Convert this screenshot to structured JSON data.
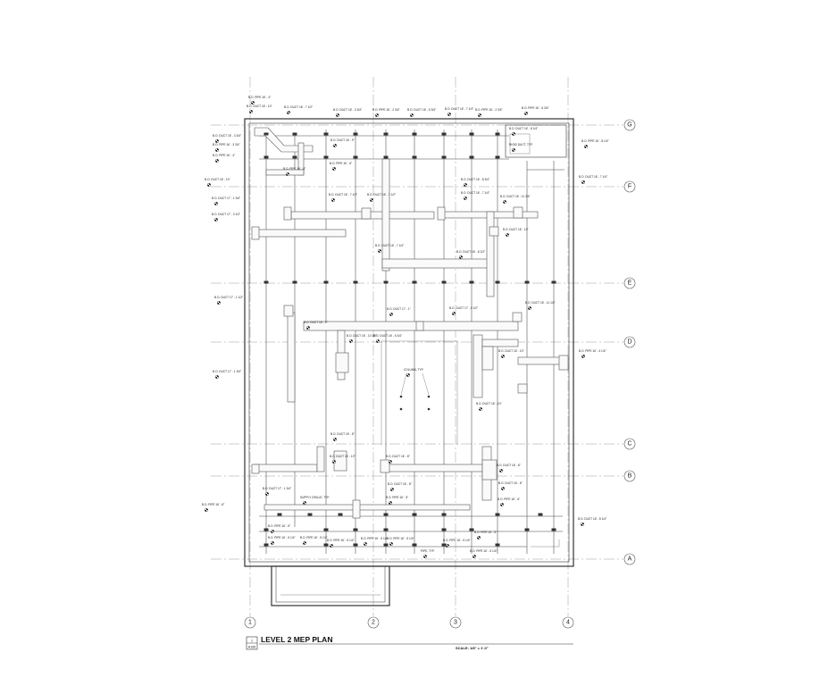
{
  "drawing": {
    "title": "LEVEL 2 MEP PLAN",
    "scale": "SCALE: 1/8\" = 1'-0\"",
    "detail_number": "1",
    "sheet_number": "A106"
  },
  "grid_lines": {
    "rows": [
      "G",
      "F",
      "E",
      "D",
      "C",
      "B",
      "A"
    ],
    "columns": [
      "1",
      "2",
      "3",
      "4"
    ]
  },
  "callouts": [
    "B.O. PIPE 16' - 4\"",
    "B.O. DUCT 16' - 10\"",
    "B.O. DUCT 16' - 7 1/2\"",
    "B.O. DUCT 16' - 3 3/4\"",
    "B.O. PIPE 16' - 2 3/4\"",
    "B.O. DUCT 16' - 5 3/4\"",
    "B.O. DUCT 16' - 7 1/4\"",
    "B.O. PIPE 16' - 2 3/4\"",
    "B.O. PIPE 16' - 6 3/4\"",
    "B.O. DUCT 16' - 3 3/4\"",
    "B.O. PIPE 16' - 3 3/4\"",
    "B.O. PIPE 16' - 4\"",
    "B.O. DUCT 16' - 9\"",
    "B.O. PIPE 16' - 6\"",
    "B.O. PIPE 16' - 8\"",
    "B.O. DUCT 16' - 10\"",
    "B.O. DUCT 16' - 8 1/4\"",
    "RIGID DUCT, TYP.",
    "B.O. PIPE 16' - 8 1/4\"",
    "B.O. DUCT 16' - 7 1/4\"",
    "B.O. DUCT 16' - 8 3/4\"",
    "B.O. DUCT 17' - 1 3/4\"",
    "B.O. DUCT 16' - 7 1/2\"",
    "B.O. DUCT 17' - 0 1/2\"",
    "B.O. DUCT 16' - 7 1/2\"",
    "B.O. DUCT 16' - 7 1/4\"",
    "B.O. DUCT 16' - 11 3/4\"",
    "B.O. DUCT 16' - 7 1/4\"",
    "B.O. DUCT 16' - 8 1/2\"",
    "B.O. DUCT 16' - 10\"",
    "B.O. DUCT 17' - 1 1/2\"",
    "B.O. DUCT 17' - 1\"",
    "B.O. DUCT 17' - 0 1/2\"",
    "B.O. DUCT 16' - 11 1/2\"",
    "B.O. DUCT 16' - 9\"",
    "B.O. DUCT 16' - 10 1/2\"",
    "B.O. DUCT 16' - 6 3/4\"",
    "COLUMN, TYP.",
    "B.O. DUCT 16' - 10\"",
    "B.O. DUCT 16' - 10\"",
    "B.O. DUCT 17' - 1 3/4\"",
    "B.O. PIPE 16' - 4 1/4\"",
    "B.O. DUCT 16' - 8\"",
    "B.O. DUCT 16' - 10\"",
    "B.O. DUCT 17' - 1 3/4\"",
    "B.O. DUCT 16' - 8\"",
    "B.O. DUCT 16' - 8\"",
    "B.O. DUCT 16' - 8\"",
    "B.O. DUCT 16' - 8\"",
    "SUPPLY GRILLE, TYP.",
    "B.O. PIPE 16' - 5\"",
    "B.O. PIPE 16' - 6\"",
    "B.O. PIPE 16' - 8\"",
    "B.O. DUCT 16' - 8 1/4\"",
    "B.O. PIPE 16' - 5 1/4\"",
    "B.O. PIPE 16' - 5 1/4\"",
    "B.O. PIPE 16' - 5 1/4\"",
    "B.O. PIPE 16' - 5 1/4\"",
    "B.O. PIPE 16' - 5 1/4\"",
    "B.O. PIPE 16' - 5\"",
    "B.O. PIPE 16' - 5 1/4\"",
    "B.O. PIPE 16' - 5\"",
    "PIPE, TYP.",
    "B.O. PIPE 16' - 5 1/4\""
  ]
}
